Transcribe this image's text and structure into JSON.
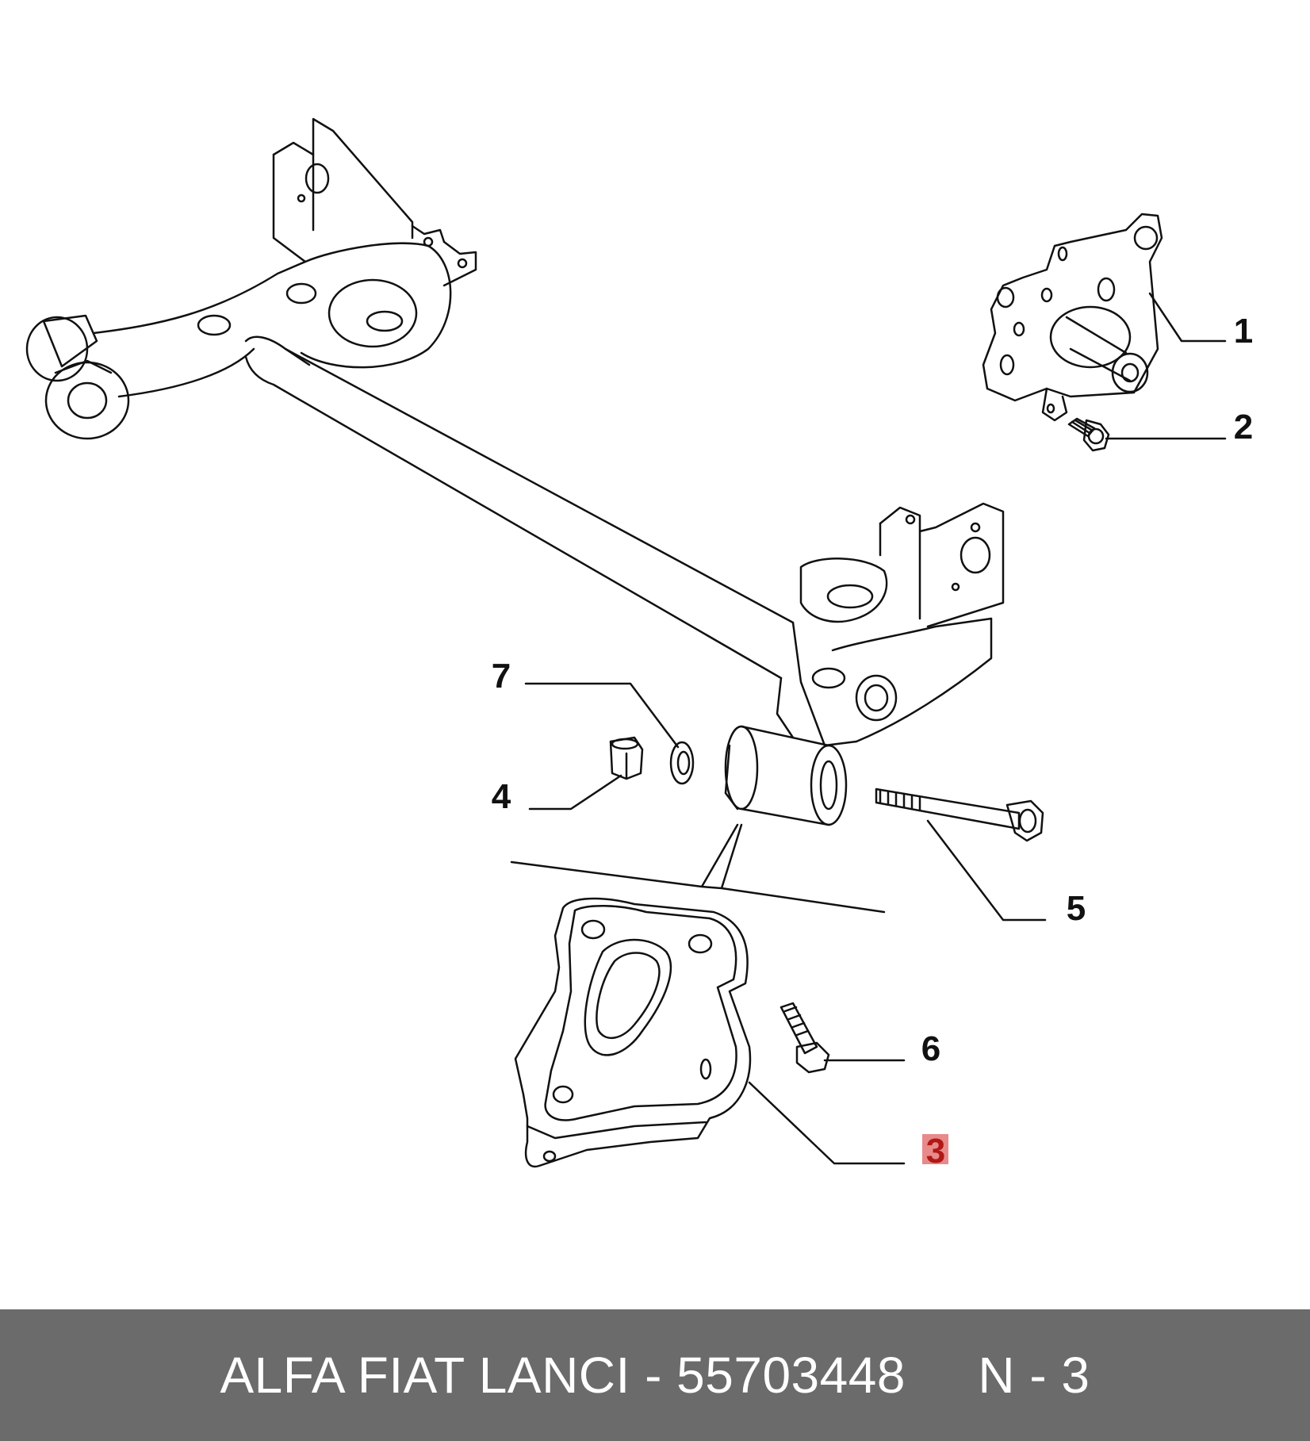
{
  "callouts": [
    {
      "id": "1",
      "label": "1",
      "part": "wheel hub carrier"
    },
    {
      "id": "2",
      "label": "2",
      "part": "flange screw"
    },
    {
      "id": "3",
      "label": "3",
      "part": "support bracket",
      "highlighted": true
    },
    {
      "id": "4",
      "label": "4",
      "part": "nut"
    },
    {
      "id": "5",
      "label": "5",
      "part": "bolt"
    },
    {
      "id": "6",
      "label": "6",
      "part": "screw"
    },
    {
      "id": "7",
      "label": "7",
      "part": "washer"
    }
  ],
  "footer": {
    "brand": "ALFA FIAT LANCI",
    "separator": "-",
    "part_number": "55703448",
    "position": "N - 3"
  },
  "colors": {
    "line": "#111111",
    "highlight": "#e88a8a",
    "highlight_text": "#b01818",
    "footer_bg": "#6b6b6b",
    "footer_text": "#ffffff"
  }
}
